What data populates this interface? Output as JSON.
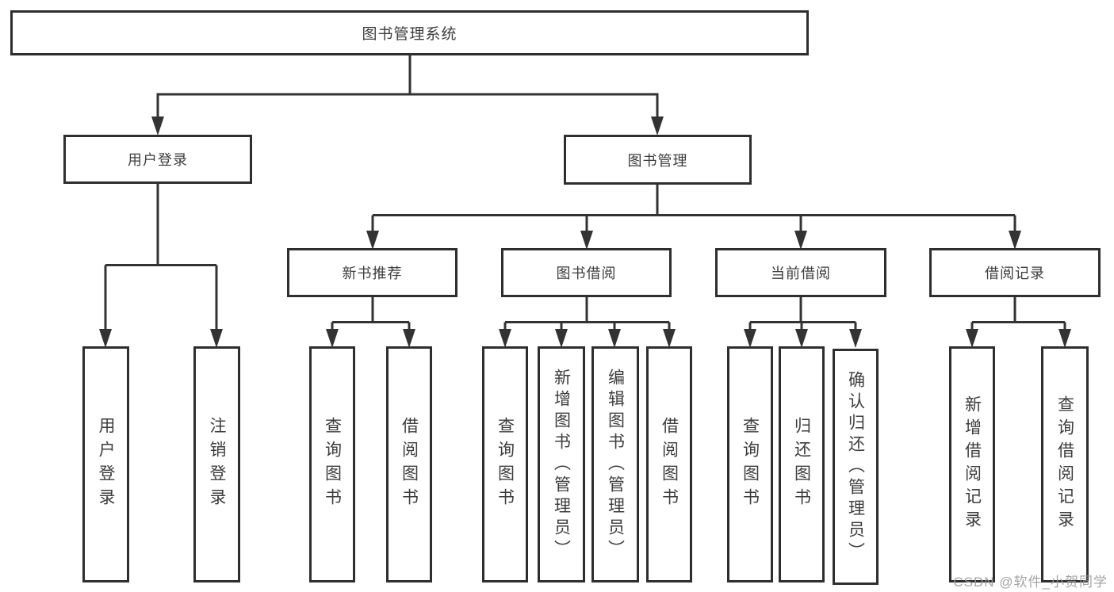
{
  "diagram": {
    "root": {
      "label": "图书管理系统"
    },
    "branches": [
      {
        "label": "用户登录",
        "children": [
          {
            "label": "用户登录"
          },
          {
            "label": "注销登录"
          }
        ]
      },
      {
        "label": "图书管理",
        "children": [
          {
            "label": "新书推荐",
            "children": [
              {
                "label": "查询图书"
              },
              {
                "label": "借阅图书"
              }
            ]
          },
          {
            "label": "图书借阅",
            "children": [
              {
                "label": "查询图书"
              },
              {
                "label": "新增图书（管理员）"
              },
              {
                "label": "编辑图书（管理员）"
              },
              {
                "label": "借阅图书"
              }
            ]
          },
          {
            "label": "当前借阅",
            "children": [
              {
                "label": "查询图书"
              },
              {
                "label": "归还图书"
              },
              {
                "label": "确认归还（管理员）"
              }
            ]
          },
          {
            "label": "借阅记录",
            "children": [
              {
                "label": "新增借阅记录"
              },
              {
                "label": "查询借阅记录"
              }
            ]
          }
        ]
      }
    ]
  },
  "colors": {
    "line": "#333333",
    "text": "#3d3d3d",
    "watermark": "#9b9b9b"
  },
  "watermark": "CSDN @软件_小贺同学"
}
